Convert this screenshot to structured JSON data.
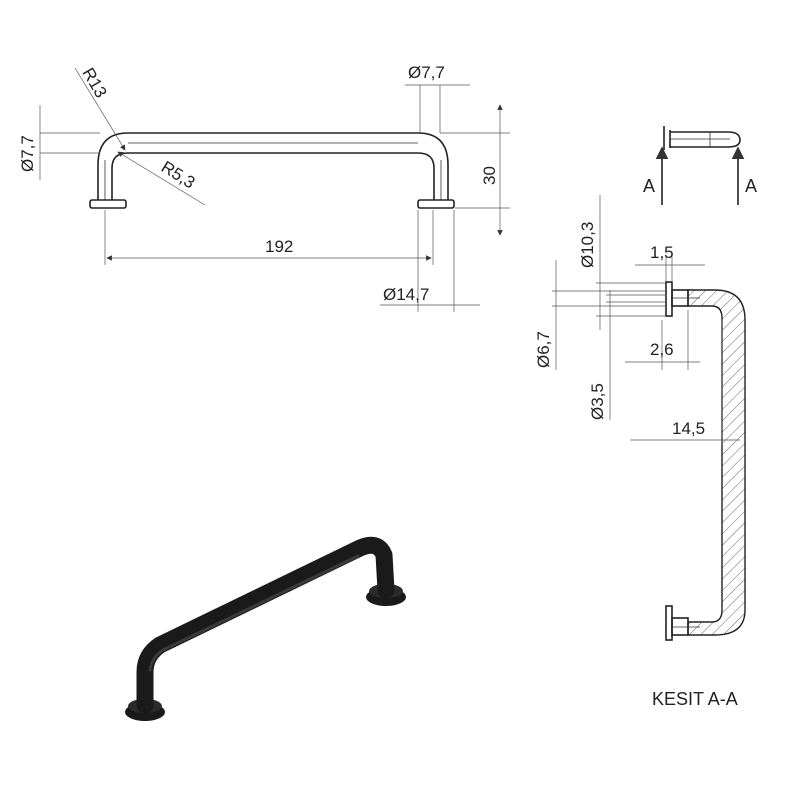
{
  "front_view": {
    "dim_diameter_left": "Ø7,7",
    "dim_radius_outer": "R13",
    "dim_radius_inner": "R5,3",
    "dim_diameter_top": "Ø7,7",
    "dim_height": "30",
    "dim_length": "192",
    "dim_base_diameter": "Ø14,7"
  },
  "top_view": {
    "section_label_left": "A",
    "section_label_right": "A"
  },
  "section_view": {
    "dim_d10": "Ø10,3",
    "dim_d67": "Ø6,7",
    "dim_d35": "Ø3,5",
    "dim_15": "1,5",
    "dim_26": "2,6",
    "dim_145": "14,5",
    "caption": "KESIT A-A"
  },
  "colors": {
    "line": "#222222",
    "render": "#1a1a1a",
    "background": "#ffffff"
  }
}
